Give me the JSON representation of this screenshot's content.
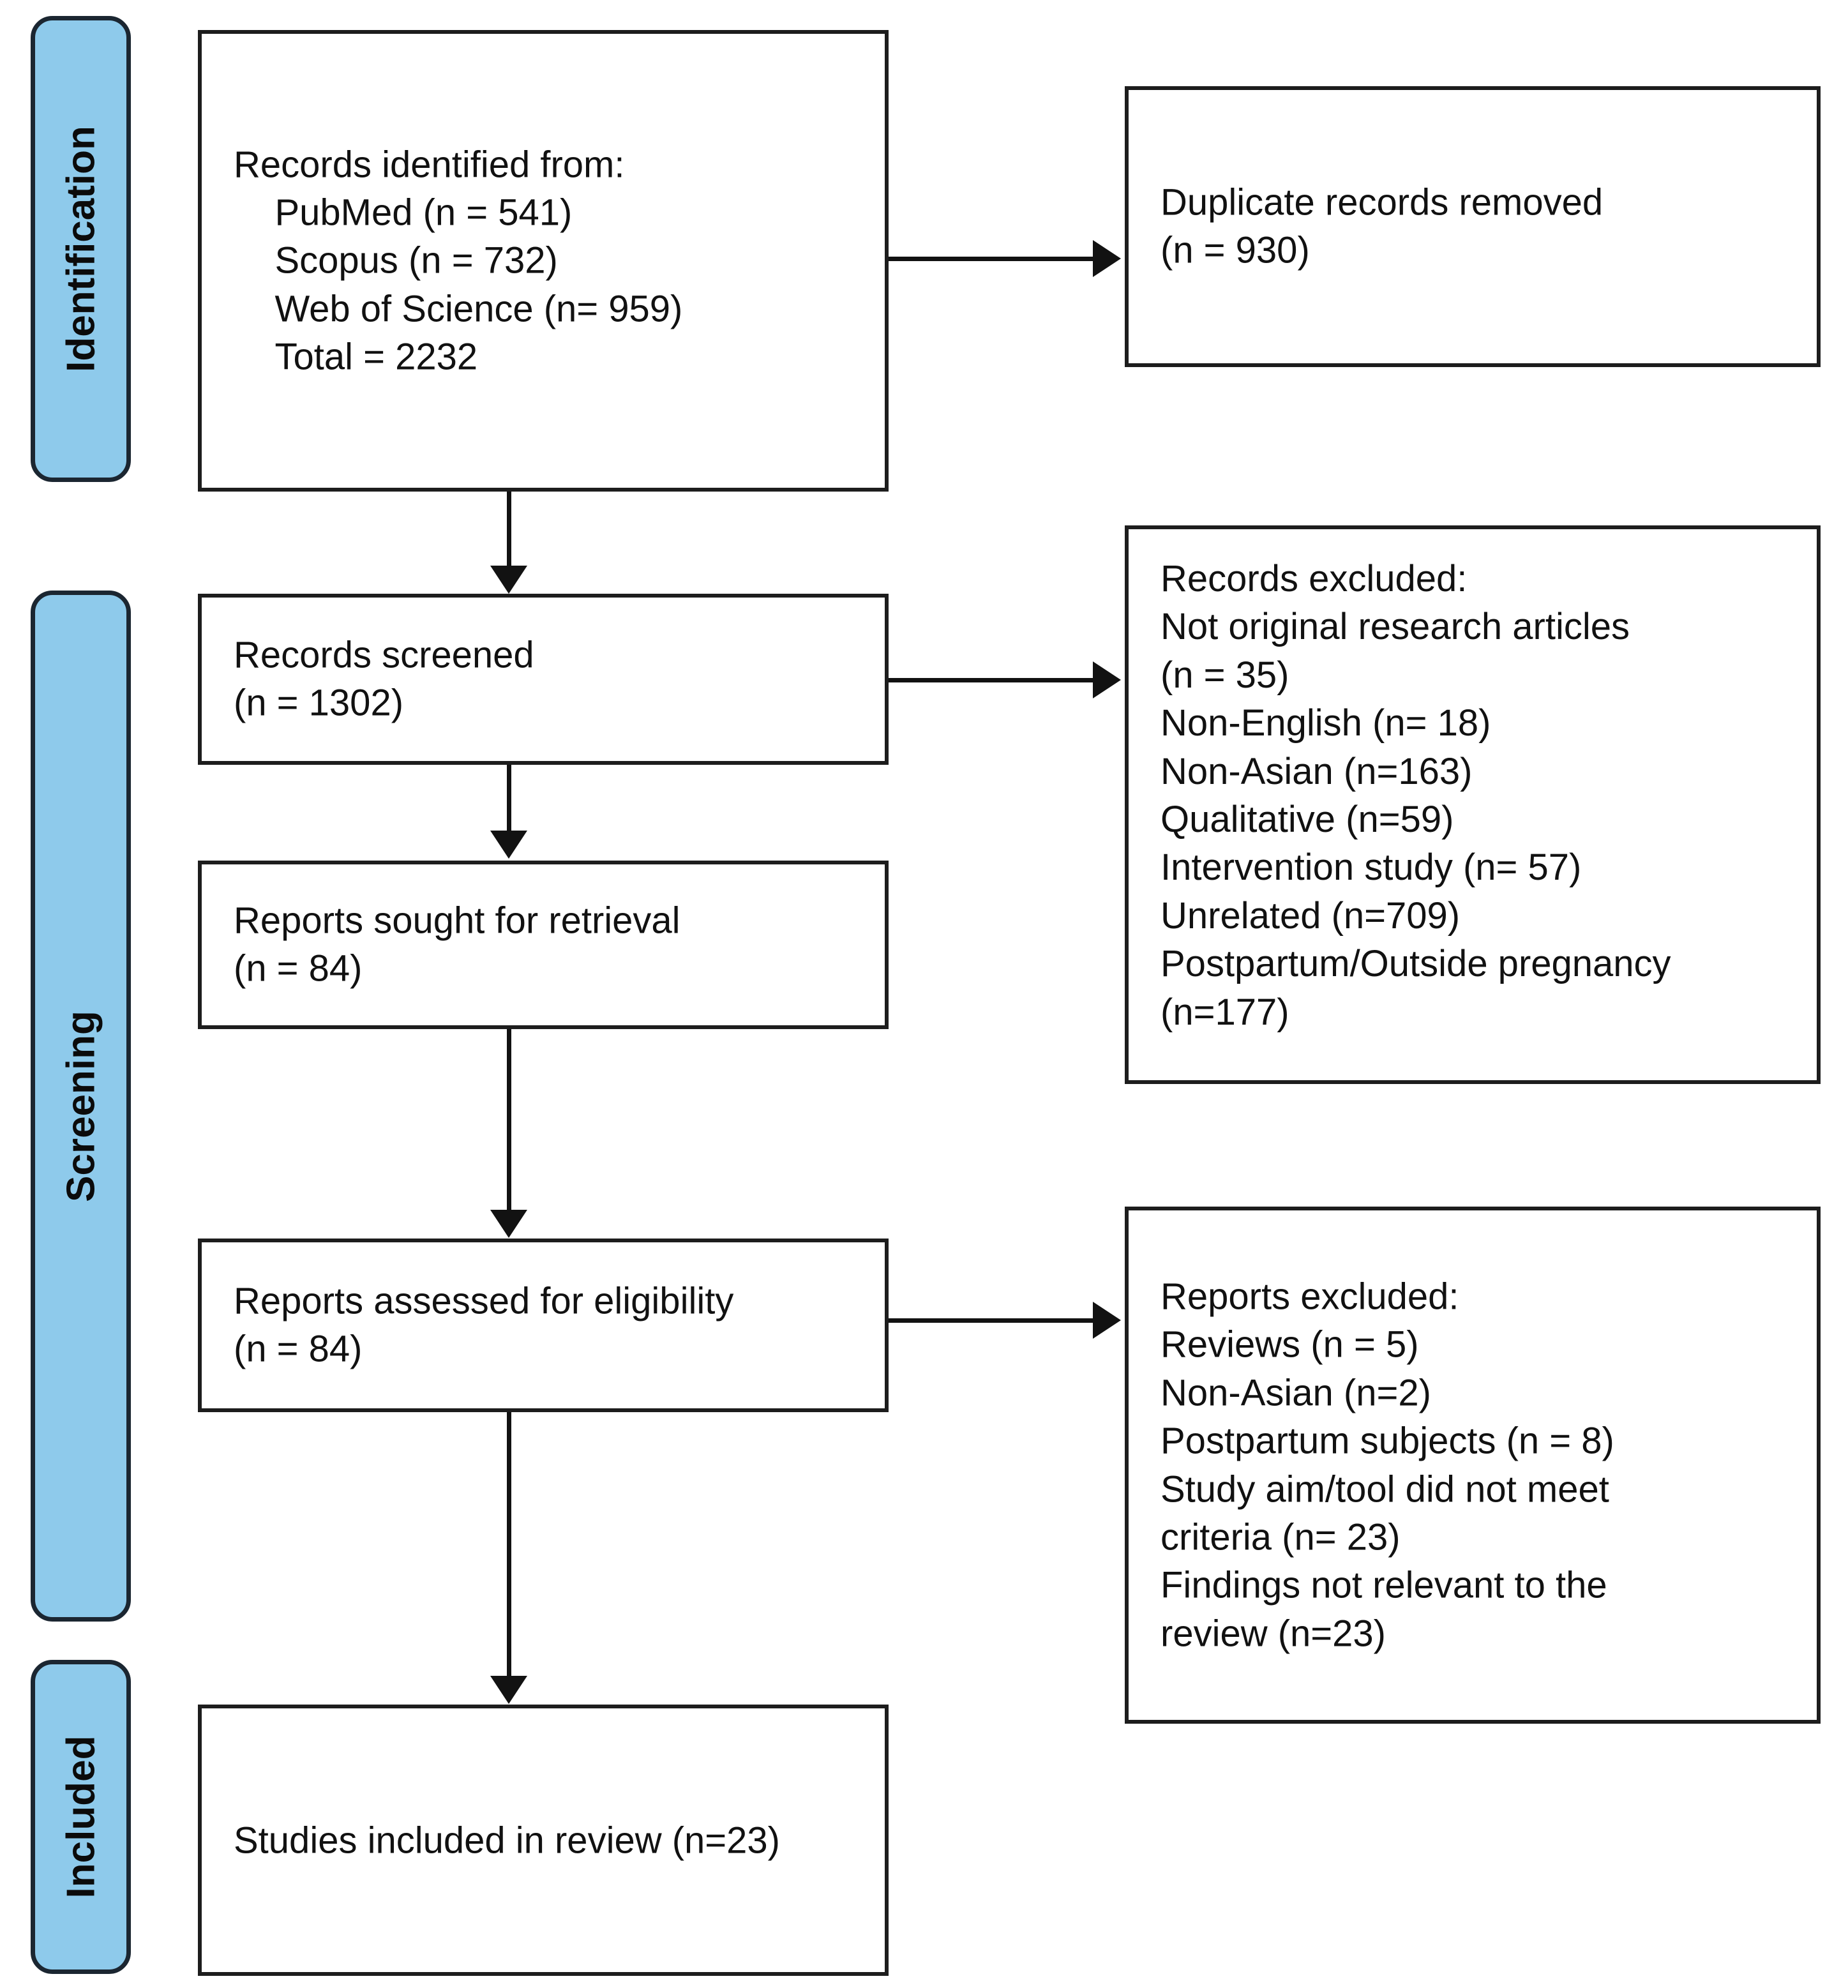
{
  "diagram": {
    "title": "PRISMA 2020 flow diagram",
    "accent_color": "#8ECAEB",
    "border_color": "#1d1d1d",
    "background_color": "#ffffff"
  },
  "stages": [
    {
      "id": "identification",
      "label": "Identification"
    },
    {
      "id": "screening",
      "label": "Screening"
    },
    {
      "id": "included",
      "label": "Included"
    }
  ],
  "boxes": {
    "records_identified": {
      "text": "Records identified from:\n    PubMed (n = 541)\n    Scopus (n = 732)\n    Web of Science (n= 959)\n    Total = 2232"
    },
    "duplicates_removed": {
      "text": "Duplicate records removed\n(n = 930)"
    },
    "records_screened": {
      "text": "Records screened\n(n = 1302)"
    },
    "records_excluded": {
      "text": "Records excluded:\nNot original research articles\n(n = 35)\nNon-English (n= 18)\nNon-Asian (n=163)\nQualitative (n=59)\nIntervention study (n= 57)\nUnrelated (n=709)\nPostpartum/Outside pregnancy\n(n=177)"
    },
    "reports_sought": {
      "text": "Reports sought for retrieval\n(n = 84)"
    },
    "reports_assessed": {
      "text": "Reports assessed for eligibility\n(n = 84)"
    },
    "reports_excluded": {
      "text": "Reports excluded:\nReviews (n = 5)\nNon-Asian (n=2)\nPostpartum subjects (n = 8)\nStudy aim/tool did not meet\ncriteria (n= 23)\nFindings not relevant to the\nreview (n=23)"
    },
    "studies_included": {
      "text": "Studies included in review (n=23)"
    }
  },
  "chart_data": {
    "type": "diagram",
    "title": "PRISMA 2020 flow diagram",
    "nodes": [
      {
        "id": "records_identified",
        "stage": "Identification",
        "label": "Records identified from",
        "sources": [
          {
            "name": "PubMed",
            "n": 541
          },
          {
            "name": "Scopus",
            "n": 732
          },
          {
            "name": "Web of Science",
            "n": 959
          }
        ],
        "total": 2232
      },
      {
        "id": "duplicates_removed",
        "stage": "Identification",
        "label": "Duplicate records removed",
        "n": 930
      },
      {
        "id": "records_screened",
        "stage": "Screening",
        "label": "Records screened",
        "n": 1302
      },
      {
        "id": "records_excluded",
        "stage": "Screening",
        "label": "Records excluded",
        "reasons": [
          {
            "reason": "Not original research articles",
            "n": 35
          },
          {
            "reason": "Non-English",
            "n": 18
          },
          {
            "reason": "Non-Asian",
            "n": 163
          },
          {
            "reason": "Qualitative",
            "n": 59
          },
          {
            "reason": "Intervention study",
            "n": 57
          },
          {
            "reason": "Unrelated",
            "n": 709
          },
          {
            "reason": "Postpartum/Outside pregnancy",
            "n": 177
          }
        ]
      },
      {
        "id": "reports_sought",
        "stage": "Screening",
        "label": "Reports sought for retrieval",
        "n": 84
      },
      {
        "id": "reports_assessed",
        "stage": "Screening",
        "label": "Reports assessed for eligibility",
        "n": 84
      },
      {
        "id": "reports_excluded",
        "stage": "Screening",
        "label": "Reports excluded",
        "reasons": [
          {
            "reason": "Reviews",
            "n": 5
          },
          {
            "reason": "Non-Asian",
            "n": 2
          },
          {
            "reason": "Postpartum subjects",
            "n": 8
          },
          {
            "reason": "Study aim/tool did not meet criteria",
            "n": 23
          },
          {
            "reason": "Findings not relevant to the review",
            "n": 23
          }
        ]
      },
      {
        "id": "studies_included",
        "stage": "Included",
        "label": "Studies included in review",
        "n": 23
      }
    ],
    "edges": [
      {
        "from": "records_identified",
        "to": "duplicates_removed",
        "direction": "right"
      },
      {
        "from": "records_identified",
        "to": "records_screened",
        "direction": "down"
      },
      {
        "from": "records_screened",
        "to": "records_excluded",
        "direction": "right"
      },
      {
        "from": "records_screened",
        "to": "reports_sought",
        "direction": "down"
      },
      {
        "from": "reports_sought",
        "to": "reports_assessed",
        "direction": "down"
      },
      {
        "from": "reports_assessed",
        "to": "reports_excluded",
        "direction": "right"
      },
      {
        "from": "reports_assessed",
        "to": "studies_included",
        "direction": "down"
      }
    ]
  }
}
